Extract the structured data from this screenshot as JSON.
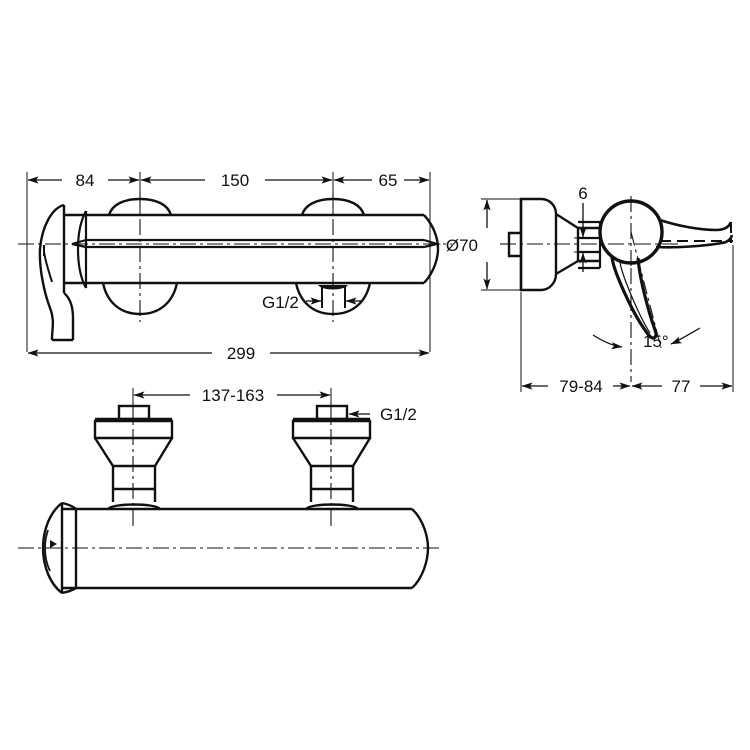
{
  "drawing": {
    "title": "Wall-mounted single-lever shower mixer — dimensioned technical drawing",
    "line_color": "#111111",
    "background_color": "#ffffff",
    "units": "mm",
    "views": [
      {
        "name": "front-elevation-view",
        "position": "top-left"
      },
      {
        "name": "side-section-view",
        "position": "top-right"
      },
      {
        "name": "top-plan-view",
        "position": "bottom-left"
      }
    ]
  },
  "dimensions": {
    "front": {
      "d84": "84",
      "d150": "150",
      "d65": "65",
      "d299": "299",
      "thread": "G1/2"
    },
    "side": {
      "diameter": "Ø70",
      "d6": "6",
      "angle": "15°",
      "d79_84": "79-84",
      "d77": "77"
    },
    "plan": {
      "d137_163": "137-163",
      "thread": "G1/2"
    }
  }
}
